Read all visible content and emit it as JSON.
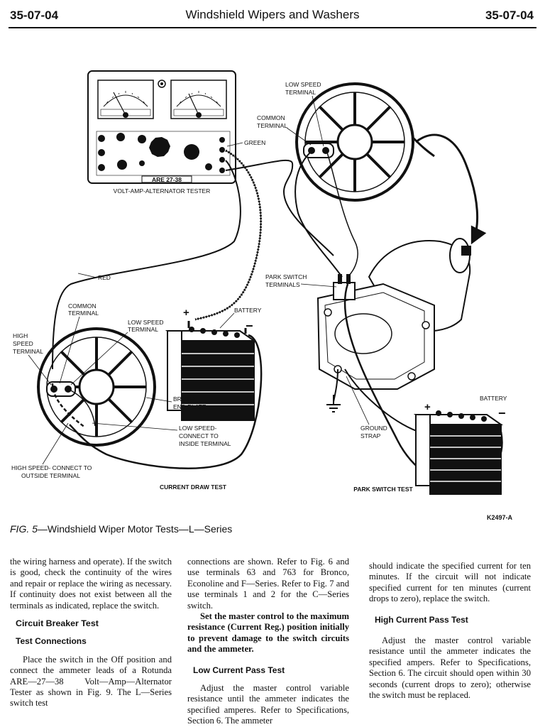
{
  "header": {
    "page_left": "35-07-04",
    "title": "Windshield Wipers and Washers",
    "page_right": "35-07-04"
  },
  "figure": {
    "tester": {
      "model": "ARE 27-38",
      "caption": "VOLT-AMP-ALTERNATOR TESTER",
      "green": "GREEN",
      "red": "RED"
    },
    "current_draw": {
      "common": [
        "COMMON",
        "TERMINAL"
      ],
      "low_speed": [
        "LOW SPEED",
        "TERMINAL"
      ],
      "high_speed": [
        "HIGH",
        "SPEED",
        "TERMINAL"
      ],
      "battery": "BATTERY",
      "brush": [
        "BRUSH",
        "END PLATE"
      ],
      "low_speed_connect": [
        "LOW SPEED-",
        "CONNECT TO",
        "INSIDE TERMINAL"
      ],
      "high_speed_connect": [
        "HIGH SPEED- CONNECT TO",
        "OUTSIDE TERMINAL"
      ],
      "title": "CURRENT DRAW TEST"
    },
    "park_switch": {
      "low_speed": [
        "LOW SPEED",
        "TERMINAL"
      ],
      "common": [
        "COMMON",
        "TERMINAL"
      ],
      "park_terminals": [
        "PARK SWITCH",
        "TERMINALS"
      ],
      "battery": "BATTERY",
      "ground": [
        "GROUND",
        "STRAP"
      ],
      "title": "PARK SWITCH TEST"
    },
    "plus": "+",
    "minus": "−",
    "figure_id": "K2497-A"
  },
  "caption": {
    "fig": "FIG. 5",
    "text": "—Windshield Wiper Motor Tests—L—Series"
  },
  "column1": {
    "p1": "the wiring harness and operate). If the switch is good, check the continuity of the wires and repair or replace the wiring as necessary. If continuity does not exist between all the terminals as indicated, replace the switch.",
    "h_circuit": "Circuit Breaker Test",
    "h_connections": "Test Connections",
    "p2": "Place the switch in the Off position and connect the ammeter leads of a Rotunda ARE—27—38 Volt—Amp—Alternator Tester as shown in Fig. 9. The L—Series switch test"
  },
  "column2": {
    "p1": "connections are shown. Refer to Fig. 6 and use terminals 63 and 763 for Bronco, Econoline and F—Series. Refer to Fig. 7 and use terminals 1 and 2 for the C—Series switch.",
    "p2": "Set the master control to the maximum resistance (Current Reg.) position initially to prevent damage to the switch circuits and the ammeter.",
    "h_low": "Low Current Pass Test",
    "p3": "Adjust the master control variable resistance until the ammeter indicates the specified amperes. Refer to Specifications, Section 6. The ammeter"
  },
  "column3": {
    "p1": "should indicate the specified current for ten minutes. If the circuit will not indicate specified current for ten minutes (current drops to zero), replace the switch.",
    "h_high": "High Current Pass Test",
    "p2": "Adjust the master control variable resistance until the ammeter indicates the specified ampers. Refer to Specifications, Section 6. The circuit should open within 30 seconds (current drops to zero); otherwise the switch must be replaced."
  }
}
